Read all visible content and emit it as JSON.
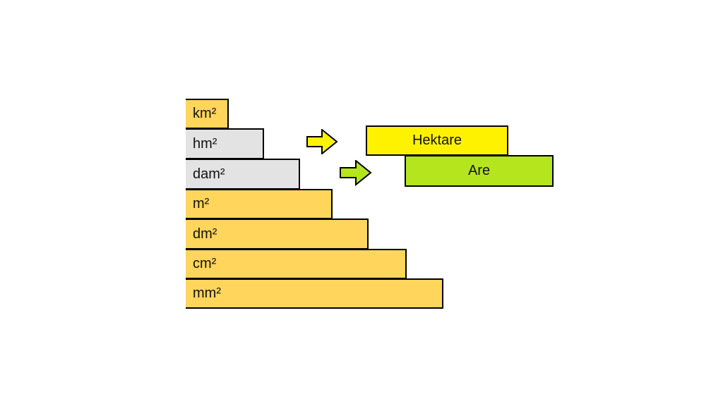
{
  "units": [
    {
      "label": "km²",
      "color": "#FFD55C"
    },
    {
      "label": "hm²",
      "color": "#E3E3E3"
    },
    {
      "label": "dam²",
      "color": "#E3E3E3"
    },
    {
      "label": "m²",
      "color": "#FFD55C"
    },
    {
      "label": "dm²",
      "color": "#FFD55C"
    },
    {
      "label": "cm²",
      "color": "#FFD55C"
    },
    {
      "label": "mm²",
      "color": "#FFD55C"
    }
  ],
  "named": {
    "hektare": {
      "label": "Hektare",
      "color": "#FFF200"
    },
    "are": {
      "label": "Are",
      "color": "#B5E61D"
    }
  }
}
